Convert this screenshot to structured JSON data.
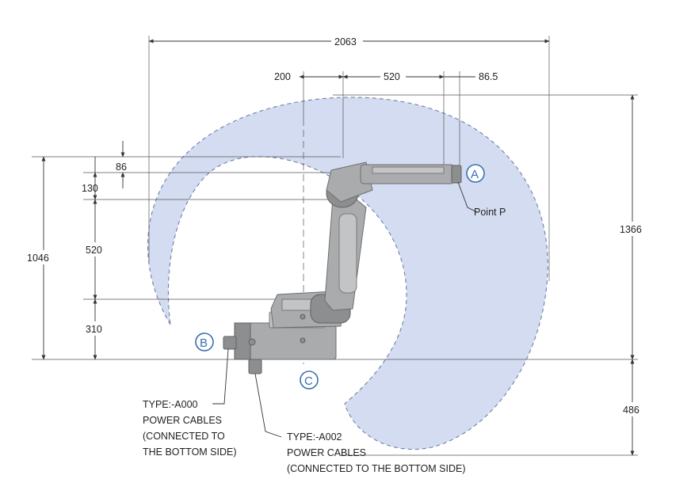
{
  "dimensions": {
    "overall_width": "2063",
    "offset_200": "200",
    "arm_520": "520",
    "tip_86_5": "86.5",
    "height_1366": "1366",
    "height_1046": "1046",
    "top_86": "86",
    "top_130": "130",
    "mid_520": "520",
    "base_310": "310",
    "below_486": "486"
  },
  "markers": {
    "a": "A",
    "b": "B",
    "c": "C"
  },
  "labels": {
    "point_p": "Point P",
    "note_a000": [
      "TYPE:-A000",
      "POWER CABLES",
      "(CONNECTED TO",
      "THE BOTTOM SIDE)"
    ],
    "note_a002": [
      "TYPE:-A002",
      "POWER CABLES",
      "(CONNECTED TO THE BOTTOM SIDE)"
    ]
  },
  "colors": {
    "work_envelope": "#d4dcf1",
    "envelope_outline": "#6f7fa8",
    "marker_blue": "#3a6fb0",
    "robot_gray": "#a9abad"
  }
}
